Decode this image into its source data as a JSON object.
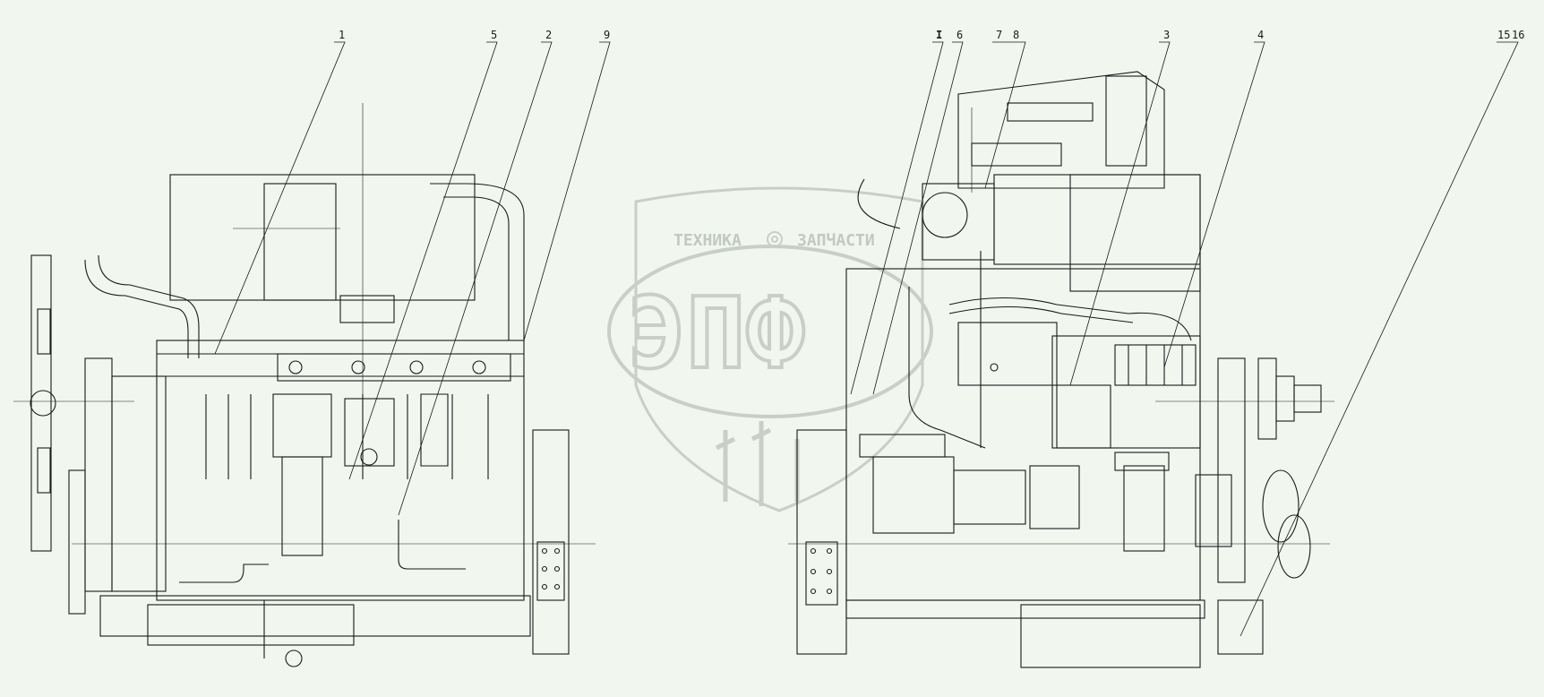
{
  "diagram": {
    "left_view_labels": [
      "1",
      "5",
      "2",
      "9"
    ],
    "right_view_labels": [
      "I",
      "6",
      "7",
      "8",
      "3",
      "4",
      "15",
      "16"
    ]
  },
  "watermark": {
    "brand_left": "ТЕХНИКА",
    "brand_right": "ЗАПЧАСТИ",
    "logo_letters": "ЭПФ"
  },
  "colors": {
    "background": "#f1f6ef",
    "line": "#1a1a1a",
    "watermark": "#c9cfc7"
  }
}
